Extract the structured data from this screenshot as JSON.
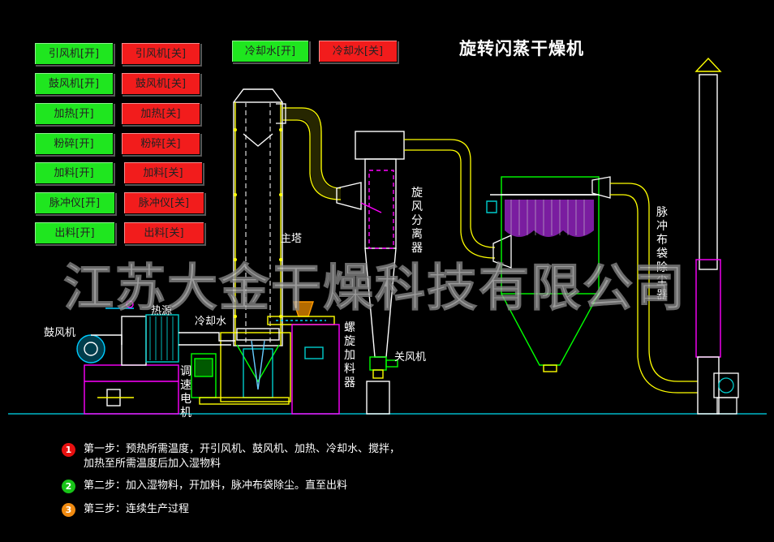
{
  "title": "旋转闪蒸干燥机",
  "watermark": "江苏大金干燥科技有限公司",
  "controls": {
    "induced_fan_on": "引风机[开]",
    "induced_fan_off": "引风机[关]",
    "blower_on": "鼓风机[开]",
    "blower_off": "鼓风机[关]",
    "heat_on": "加热[开]",
    "heat_off": "加热[关]",
    "crush_on": "粉碎[开]",
    "crush_off": "粉碎[关]",
    "feed_on": "加料[开]",
    "feed_off": "加料[关]",
    "pulse_on": "脉冲仪[开]",
    "pulse_off": "脉冲仪[关]",
    "discharge_on": "出料[开]",
    "discharge_off": "出料[关]",
    "cooling_on": "冷却水[开]",
    "cooling_off": "冷却水[关]"
  },
  "labels": {
    "main_tower": "主塔",
    "heat_source": "热源",
    "cooling_water": "冷却水",
    "blower": "鼓风机",
    "speed_motor": "调速电机",
    "screw_feeder": "螺旋加料器",
    "cyclone": "旋风分离器",
    "airlock_fan": "关风机",
    "bag_filter": "脉冲布袋除尘器"
  },
  "steps": [
    {
      "num": "1",
      "color": "#e81010",
      "text": "第一步：预热所需温度，开引风机、鼓风机、加热、冷却水、搅拌，",
      "text2": "加热至所需温度后加入湿物料"
    },
    {
      "num": "2",
      "color": "#18c418",
      "text": "第二步：加入湿物料，开加料，脉冲布袋除尘。直至出料"
    },
    {
      "num": "3",
      "color": "#f08a10",
      "text": "第三步：连续生产过程"
    }
  ]
}
